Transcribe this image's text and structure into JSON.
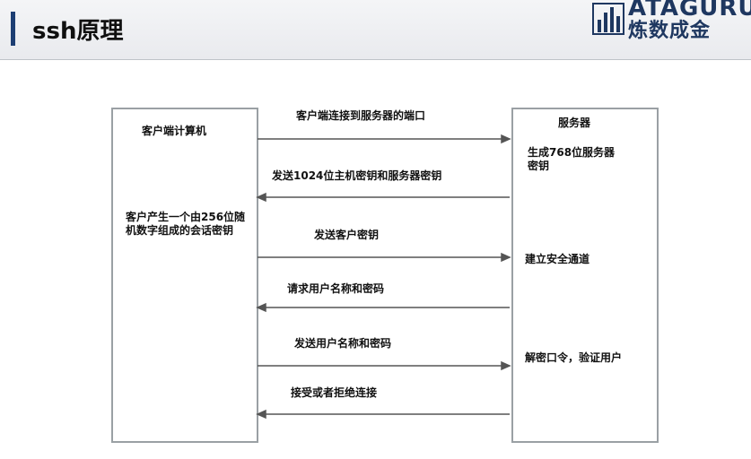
{
  "header": {
    "title": "ssh原理"
  },
  "logo": {
    "top_text": "ATAGURU",
    "bottom_text": "炼数成金"
  },
  "client": {
    "title": "客户端计算机",
    "note": "客户产生一个由256位随机数字组成的会话密钥"
  },
  "server": {
    "title": "服务器",
    "notes": [
      "生成768位服务器密钥",
      "建立安全通道",
      "解密口令，验证用户"
    ]
  },
  "messages": [
    {
      "label": "客户端连接到服务器的端口",
      "direction": "right"
    },
    {
      "label": "发送1024位主机密钥和服务器密钥",
      "direction": "left"
    },
    {
      "label": "发送客户密钥",
      "direction": "right"
    },
    {
      "label": "请求用户名称和密码",
      "direction": "left"
    },
    {
      "label": "发送用户名称和密码",
      "direction": "right"
    },
    {
      "label": "接受或者拒绝连接",
      "direction": "left"
    }
  ],
  "colors": {
    "accent": "#1d3e73",
    "logo": "#1e3760",
    "box_border": "#9aa0a4",
    "arrow": "#555555"
  }
}
